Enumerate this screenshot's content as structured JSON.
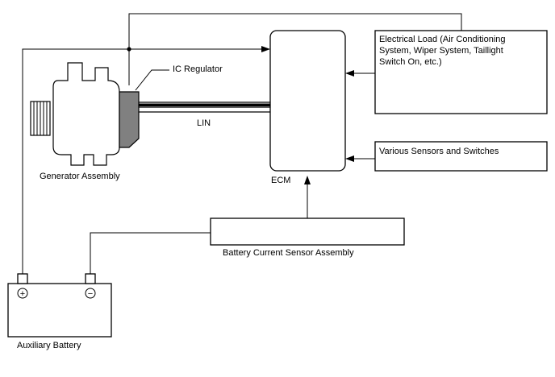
{
  "labels": {
    "ic_regulator": "IC Regulator",
    "lin": "LIN",
    "generator_assembly": "Generator Assembly",
    "ecm": "ECM",
    "electrical_load_line1": "Electrical Load (Air Conditioning",
    "electrical_load_line2": "System, Wiper System, Taillight",
    "electrical_load_line3": "Switch On, etc.)",
    "various_sensors": "Various Sensors and Switches",
    "battery_current_sensor": "Battery Current Sensor Assembly",
    "auxiliary_battery": "Auxiliary Battery",
    "positive_terminal": "+",
    "negative_terminal": "−"
  },
  "colors": {
    "line": "#000000",
    "regulator_fill": "#808080",
    "background": "#ffffff"
  }
}
